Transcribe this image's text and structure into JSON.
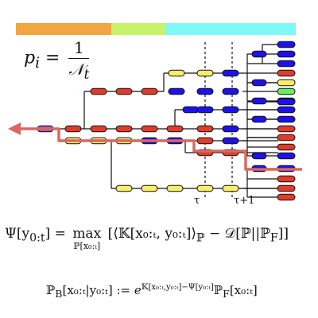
{
  "diagram": {
    "tau_label": "τ",
    "tau_plus_one_label": "τ+1",
    "colors": {
      "orange": "#f2a541",
      "lime": "#c6f36b",
      "cyan": "#7ff8f8",
      "red": "#e13b2c",
      "blue": "#1d12e8",
      "yellow": "#f9ee6a",
      "green": "#68ee5a",
      "purple": "#9b4fd3",
      "path": "#d9685e"
    }
  },
  "formula_prob": {
    "lhs": "p",
    "lhs_sub": "i",
    "num": "1",
    "den": "𝒩",
    "den_sub": "t"
  },
  "formula_psi": {
    "lhs": "Ψ[y",
    "lhs_sub": "0:t",
    "eq": "] =",
    "max": "max",
    "max_under": "ℙ[x₀:ₜ]",
    "body": "[⟨𝕂[x₀:ₜ, y₀:ₜ]⟩",
    "body_sub": "ℙ",
    "tail": "− 𝒟[ℙ||ℙ",
    "tail_sub": "F",
    "close": "]]"
  },
  "formula_pb": {
    "lhs": "ℙ",
    "lhs_sub": "B",
    "args": "[x₀:ₜ|y₀:ₜ] :=",
    "exp_base": "e",
    "exponent": "𝕂[x₀:ₜ,y₀:ₜ]−Ψ[y₀:ₜ]",
    "rhs": "ℙ",
    "rhs_sub": "F",
    "rhs_args": "[x₀:ₜ]"
  }
}
